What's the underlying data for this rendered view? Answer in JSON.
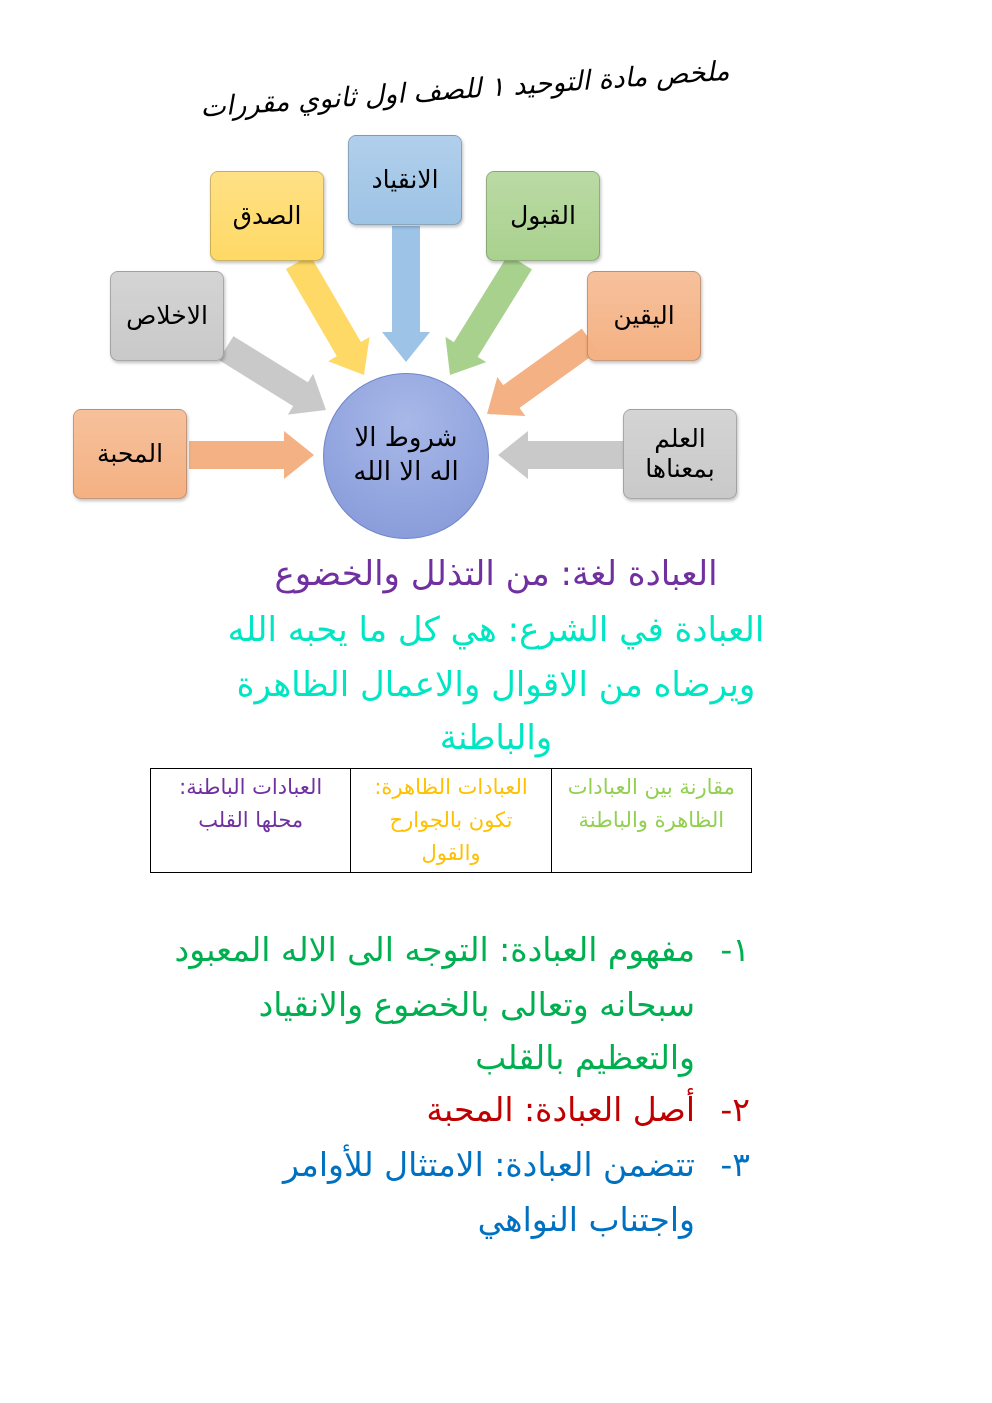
{
  "title": "ملخص مادة التوحيد ١ للصف اول ثانوي مقررات",
  "diagram": {
    "center": "شروط الا اله الا الله",
    "items": [
      {
        "label": "الانقياد",
        "color": "#9dc3e6"
      },
      {
        "label": "الصدق",
        "color": "#ffd966"
      },
      {
        "label": "القبول",
        "color": "#a9d18e"
      },
      {
        "label": "الاخلاص",
        "color": "#c9c9c9"
      },
      {
        "label": "اليقين",
        "color": "#f4b183"
      },
      {
        "label": "المحبة",
        "color": "#f4b183"
      },
      {
        "label": "العلم بمعناها",
        "color": "#c9c9c9"
      }
    ]
  },
  "definitions": {
    "language": "العبادة لغة: من التذلل والخضوع",
    "sharia_lines": [
      "العبادة في الشرع: هي كل ما يحبه الله",
      "ويرضاه من الاقوال والاعمال الظاهرة",
      "والباطنة"
    ]
  },
  "table": {
    "cells": [
      "مقارنة بين العبادات الظاهرة والباطنة",
      "العبادات الظاهرة: تكون بالجوارح والقول",
      "العبادات الباطنة: محلها القلب"
    ]
  },
  "list": [
    {
      "num": "١-",
      "lines": [
        "مفهوم العبادة: التوجه الى الاله المعبود",
        "سبحانه وتعالى بالخضوع والانقياد",
        "والتعظيم بالقلب"
      ],
      "color": "#00b050"
    },
    {
      "num": "٢-",
      "lines": [
        "أصل العبادة: المحبة"
      ],
      "color": "#c00000"
    },
    {
      "num": "٣-",
      "lines": [
        "تتضمن العبادة: الامتثال للأوامر",
        "واجتناب النواهي"
      ],
      "color": "#0070c0"
    }
  ],
  "colors": {
    "purple": "#7030a0",
    "cyan": "#00e6c3",
    "green_light": "#92d050",
    "orange": "#ffc000"
  }
}
